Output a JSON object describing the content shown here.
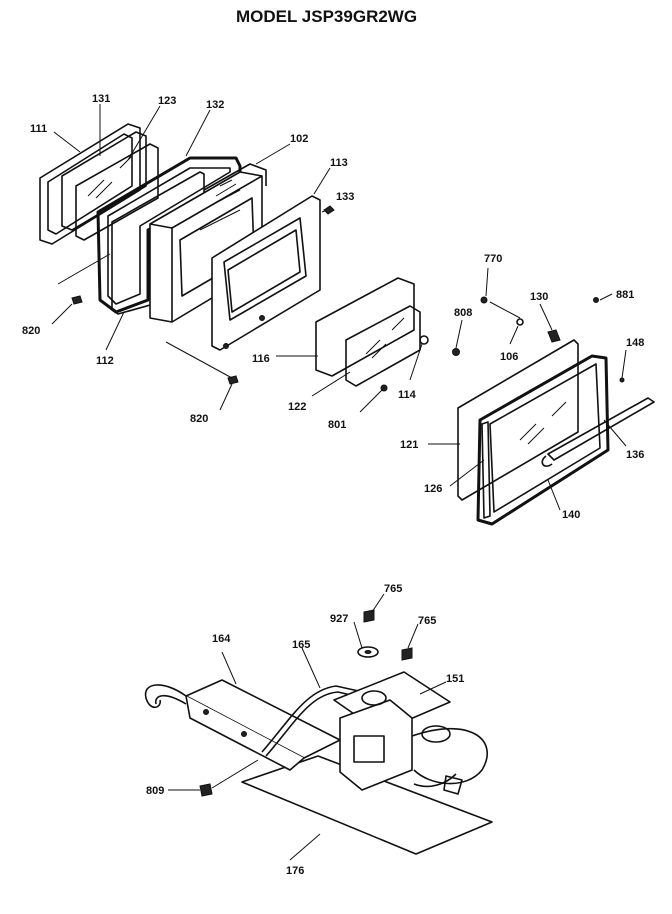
{
  "title": "MODEL JSP39GR2WG",
  "labels": [
    {
      "id": "131",
      "text": "131"
    },
    {
      "id": "123",
      "text": "123"
    },
    {
      "id": "132",
      "text": "132"
    },
    {
      "id": "111",
      "text": "111"
    },
    {
      "id": "102",
      "text": "102"
    },
    {
      "id": "113",
      "text": "113"
    },
    {
      "id": "133",
      "text": "133"
    },
    {
      "id": "820a",
      "text": "820"
    },
    {
      "id": "112",
      "text": "112"
    },
    {
      "id": "116",
      "text": "116"
    },
    {
      "id": "820b",
      "text": "820"
    },
    {
      "id": "122",
      "text": "122"
    },
    {
      "id": "801",
      "text": "801"
    },
    {
      "id": "114",
      "text": "114"
    },
    {
      "id": "808",
      "text": "808"
    },
    {
      "id": "770",
      "text": "770"
    },
    {
      "id": "130",
      "text": "130"
    },
    {
      "id": "106",
      "text": "106"
    },
    {
      "id": "881",
      "text": "881"
    },
    {
      "id": "148",
      "text": "148"
    },
    {
      "id": "121",
      "text": "121"
    },
    {
      "id": "136",
      "text": "136"
    },
    {
      "id": "126",
      "text": "126"
    },
    {
      "id": "140",
      "text": "140"
    },
    {
      "id": "765a",
      "text": "765"
    },
    {
      "id": "927",
      "text": "927"
    },
    {
      "id": "765b",
      "text": "765"
    },
    {
      "id": "164",
      "text": "164"
    },
    {
      "id": "165",
      "text": "165"
    },
    {
      "id": "151",
      "text": "151"
    },
    {
      "id": "809",
      "text": "809"
    },
    {
      "id": "176",
      "text": "176"
    }
  ]
}
